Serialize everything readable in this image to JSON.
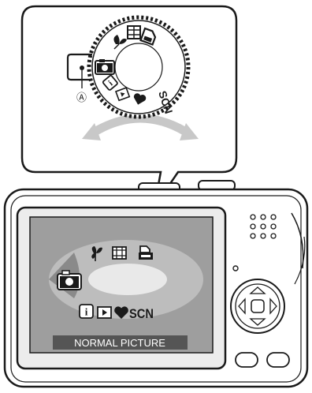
{
  "callout": {
    "marker_label": "Ⓐ",
    "dial_mode_text": "SCN"
  },
  "lcd": {
    "mode_caption": "NORMAL PICTURE",
    "dial_mode_text": "SCN"
  },
  "colors": {
    "outline": "#1a1a1a",
    "lcd_bg": "#ececec",
    "lcd_screen": "#9e9e9e",
    "ellipse": "#bdbdbd",
    "ellipse_hole": "#e9e9e9",
    "caption_bg": "#555555",
    "caption_text": "#ffffff",
    "arrow": "#c8c8c8"
  },
  "icons": [
    "camera-icon",
    "macro-flower-icon",
    "film-strip-icon",
    "print-icon",
    "info-icon",
    "playback-icon",
    "heart-icon",
    "scene-mode-label"
  ]
}
